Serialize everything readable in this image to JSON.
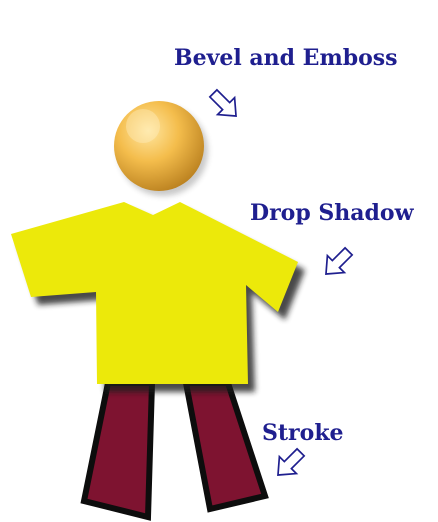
{
  "labels": {
    "bevel": "Bevel and Emboss",
    "drop_shadow": "Drop Shadow",
    "stroke": "Stroke"
  },
  "colors": {
    "label_text": "#1f1f8f",
    "arrow_stroke": "#1f1f8f",
    "head_fill": "#f2b948",
    "body_fill": "#ece90a",
    "leg_fill": "#7e1330",
    "leg_stroke": "#0d0d0d",
    "shadow": "#1a1a1a",
    "background": "#ffffff"
  },
  "icons": {
    "callout_arrow": "hollow-arrow-icon"
  }
}
